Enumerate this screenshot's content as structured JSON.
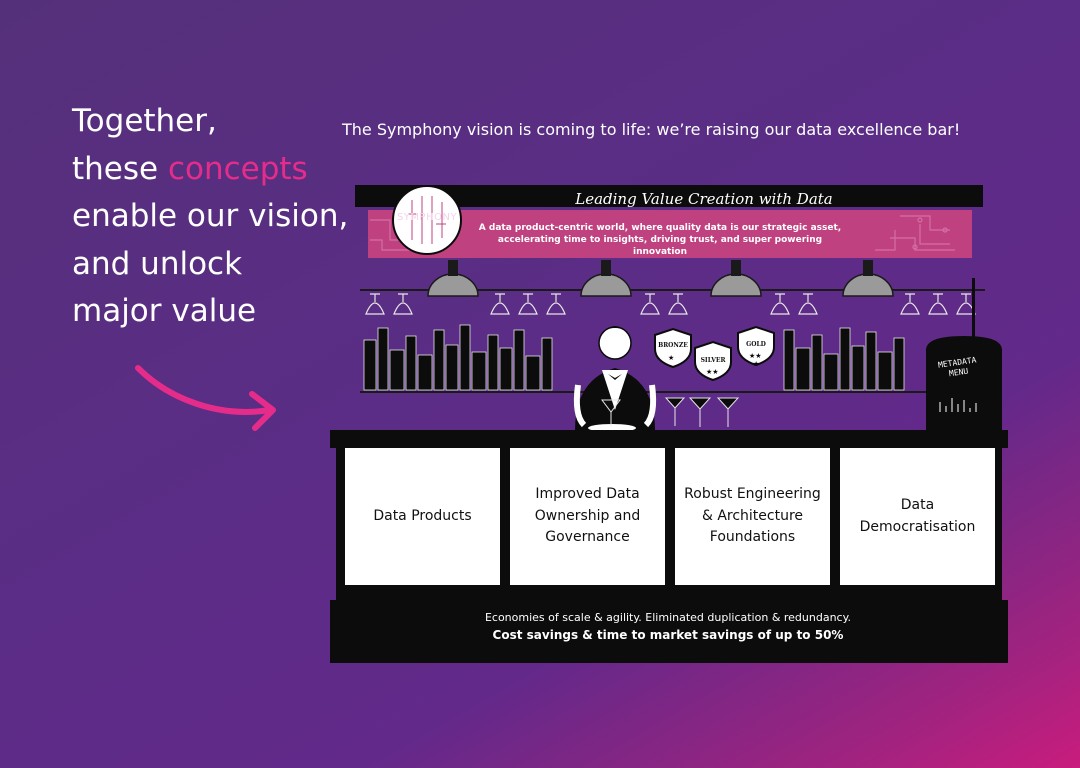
{
  "headline": {
    "line1": "Together,",
    "line2_prefix": "these ",
    "line2_accent": "concepts",
    "line3": "enable our vision,",
    "line4": "and unlock",
    "line5": "major value"
  },
  "subtitle": "The Symphony vision is coming to life: we’re raising our data excellence bar!",
  "banner": {
    "title": "Leading Value Creation with Data",
    "logo_text": "SYMPHONY",
    "text": "A data product-centric world, where quality data is our strategic asset, accelerating time to insights, driving trust, and super powering innovation"
  },
  "badges": {
    "bronze": "BRONZE",
    "silver": "SILVER",
    "gold": "GOLD"
  },
  "menu": {
    "line1": "METADATA",
    "line2": "MENU"
  },
  "pillars": [
    {
      "label": "Data Products"
    },
    {
      "label": "Improved Data Ownership and Governance"
    },
    {
      "label": "Robust Engineering & Architecture Foundations"
    },
    {
      "label": "Data Democratisation"
    }
  ],
  "footer": {
    "line1": "Economies of scale & agility. Eliminated duplication & redundancy.",
    "line2": "Cost savings & time to market savings of up to 50%"
  },
  "colors": {
    "background": "#5b2d86",
    "accent": "#e62c8a",
    "banner": "#c0417f",
    "bar": "#0c0c0c"
  }
}
